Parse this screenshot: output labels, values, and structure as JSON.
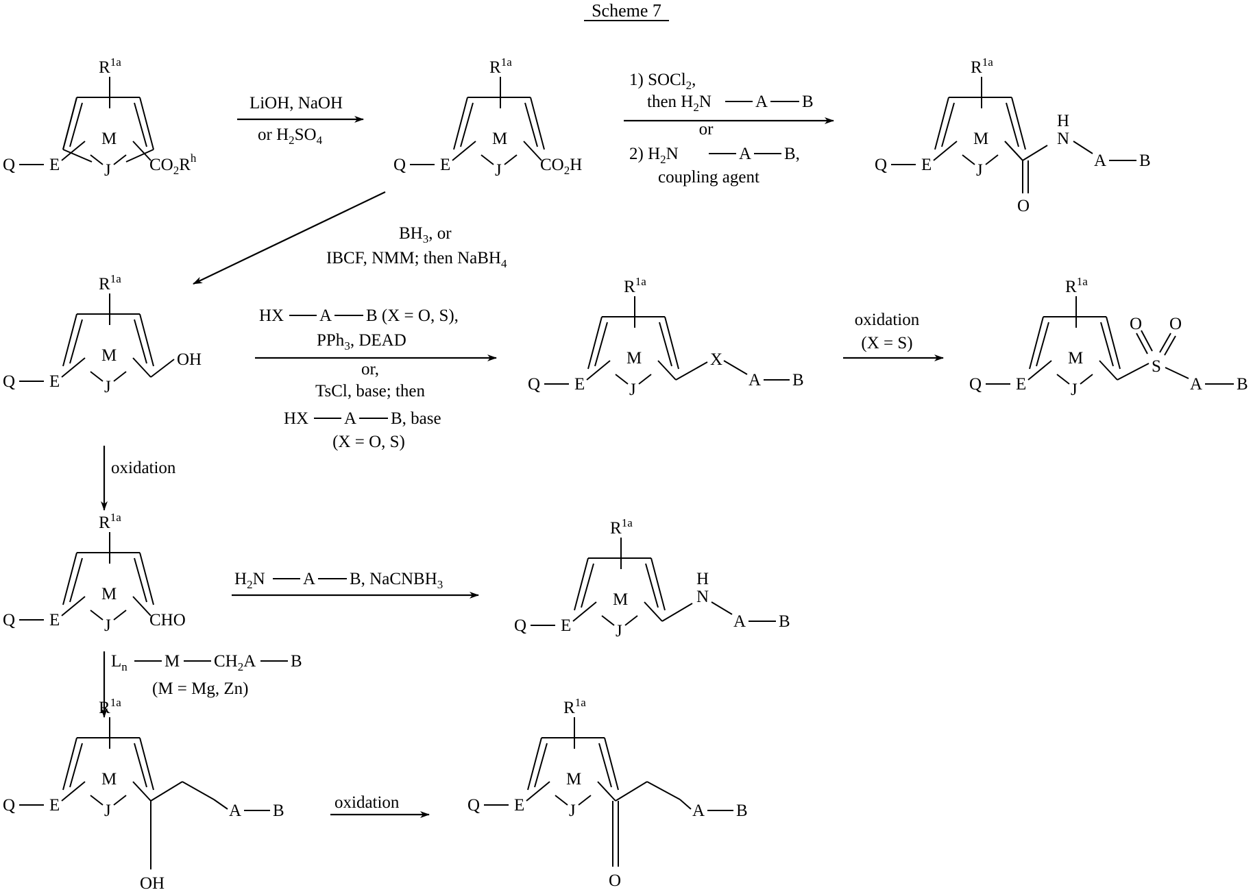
{
  "title": "Scheme 7",
  "ring": {
    "sub": "R",
    "sub_sup": "1a",
    "atom_m": "M",
    "atom_j": "J",
    "atom_q": "Q",
    "atom_e": "E"
  },
  "labels": {
    "co2rh_a": "CO",
    "co2rh_b": "2",
    "co2rh_c": "R",
    "co2rh_d": "h",
    "co2h_a": "CO",
    "co2h_b": "2",
    "co2h_c": "H",
    "oh": "OH",
    "cho": "CHO",
    "o": "O",
    "n": "N",
    "h": "H",
    "x": "X",
    "s": "S",
    "a": "A",
    "b": "B"
  },
  "reagents": {
    "r1_l1": "LiOH, NaOH",
    "r1_l2a": "or H",
    "r1_l2b": "2",
    "r1_l2c": "SO",
    "r1_l2d": "4",
    "r2_l1a": "1) SOCl",
    "r2_l1b": "2",
    "r2_l1c": ",",
    "r2_l2a": "then  H",
    "r2_l2b": "2",
    "r2_l2c": "N",
    "r2_l2d": "A",
    "r2_l2e": "B",
    "r2_or": "or",
    "r2_l3a": "2)  H",
    "r2_l3b": "2",
    "r2_l3c": "N",
    "r2_l3d": "A",
    "r2_l3e": "B,",
    "r2_l4": "coupling agent",
    "r3_l1a": "BH",
    "r3_l1b": "3",
    "r3_l1c": ", or",
    "r3_l2a": "IBCF, NMM; then NaBH",
    "r3_l2b": "4",
    "r4_l1a": "HX",
    "r4_l1b": "A",
    "r4_l1c": "B  (X = O, S),",
    "r4_l2a": "PPh",
    "r4_l2b": "3",
    "r4_l2c": ", DEAD",
    "r4_l3": "or,",
    "r4_l4": "TsCl, base; then",
    "r4_l5a": "HX",
    "r4_l5b": "A",
    "r4_l5c": "B,  base",
    "r4_l6": "(X = O, S)",
    "r5_l1": "oxidation",
    "r5_l2": "(X = S)",
    "r6": "oxidation",
    "r7_a": "H",
    "r7_b": "2",
    "r7_c": "N",
    "r7_d": "A",
    "r7_e": "B,  NaCNBH",
    "r7_f": "3",
    "r8_a": "L",
    "r8_b": "n",
    "r8_c": "M",
    "r8_d": "CH",
    "r8_e": "2",
    "r8_f": "A",
    "r8_g": "B",
    "r8_l2": "(M = Mg, Zn)",
    "r9": "oxidation"
  }
}
